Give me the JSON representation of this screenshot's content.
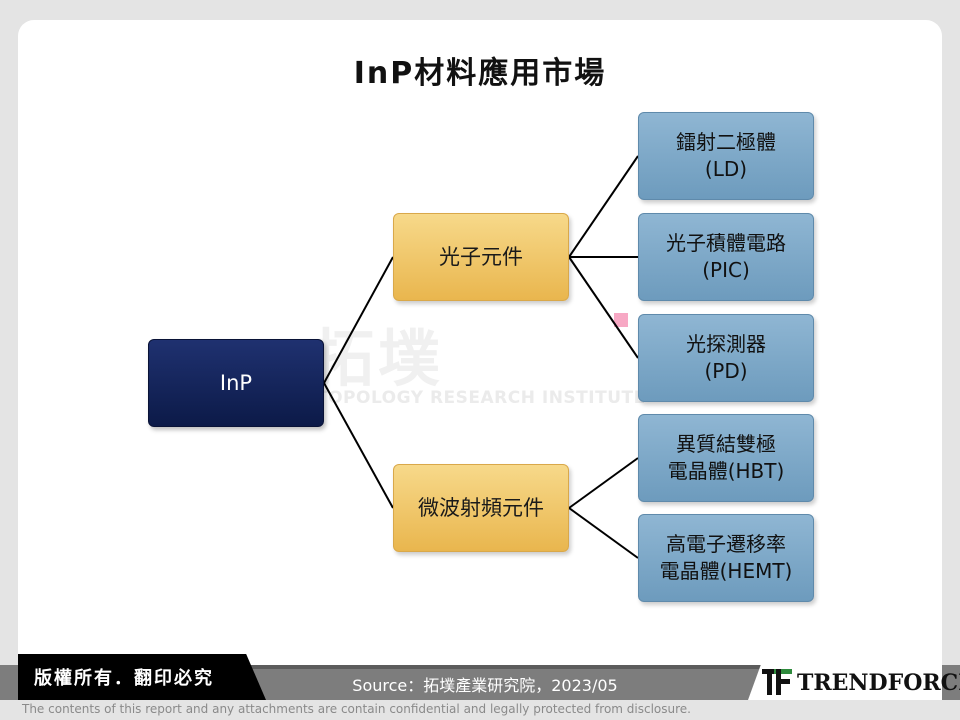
{
  "title": "InP材料應用市場",
  "watermark": {
    "cn": "拓墣",
    "en": "TOPOLOGY RESEARCH INSTITUTE"
  },
  "diagram": {
    "root": "InP",
    "categories": [
      {
        "label": "光子元件",
        "children": [
          [
            "鐳射二極體",
            "(LD)"
          ],
          [
            "光子積體電路",
            "(PIC)"
          ],
          [
            "光探測器",
            "(PD)"
          ]
        ]
      },
      {
        "label": "微波射頻元件",
        "children": [
          [
            "異質結雙極",
            "電晶體(HBT)"
          ],
          [
            "高電子遷移率",
            "電晶體(HEMT)"
          ]
        ]
      }
    ]
  },
  "footer": {
    "copyright": "版權所有．翻印必究",
    "source": "Source：拓墣產業研究院，2023/05",
    "logo": "TRENDFORCE",
    "disclaimer": "The contents of this report and any attachments are contain confidential and legally protected from disclosure."
  },
  "colors": {
    "root": "#0c1a48",
    "category": "#f2c86c",
    "leaf": "#7ea9c8",
    "connector": "#000000",
    "logo_green": "#2e8a3c"
  }
}
